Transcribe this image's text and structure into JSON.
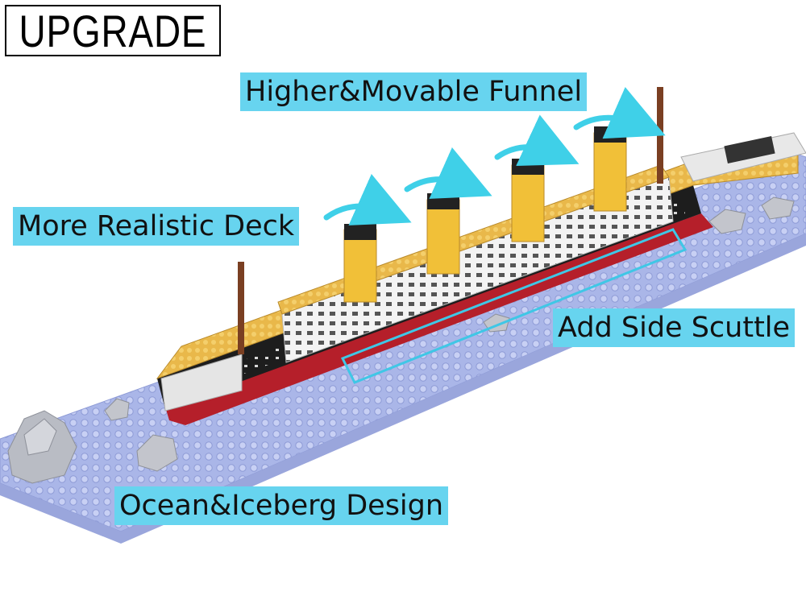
{
  "badge": {
    "text": "UPGRADE"
  },
  "labels": {
    "funnel": "Higher&Movable Funnel",
    "deck": "More Realistic Deck",
    "scuttle": "Add Side Scuttle",
    "ocean": "Ocean&Iceberg Design"
  },
  "colors": {
    "label_bg": "#67d4ef",
    "arrow": "#3fd0e8",
    "funnel_body": "#f1c038",
    "funnel_top": "#222222",
    "hull_black": "#1d1d1d",
    "hull_red": "#b51f2a",
    "deck_yellow": "#e9b84a",
    "superstructure_white": "#f2f2f2",
    "ocean": "#aab6e8",
    "iceberg": "#b9bcc4",
    "mast": "#7a3f22"
  },
  "icons": [
    "funnel-arrow-icon",
    "scuttle-highlight-frame"
  ]
}
